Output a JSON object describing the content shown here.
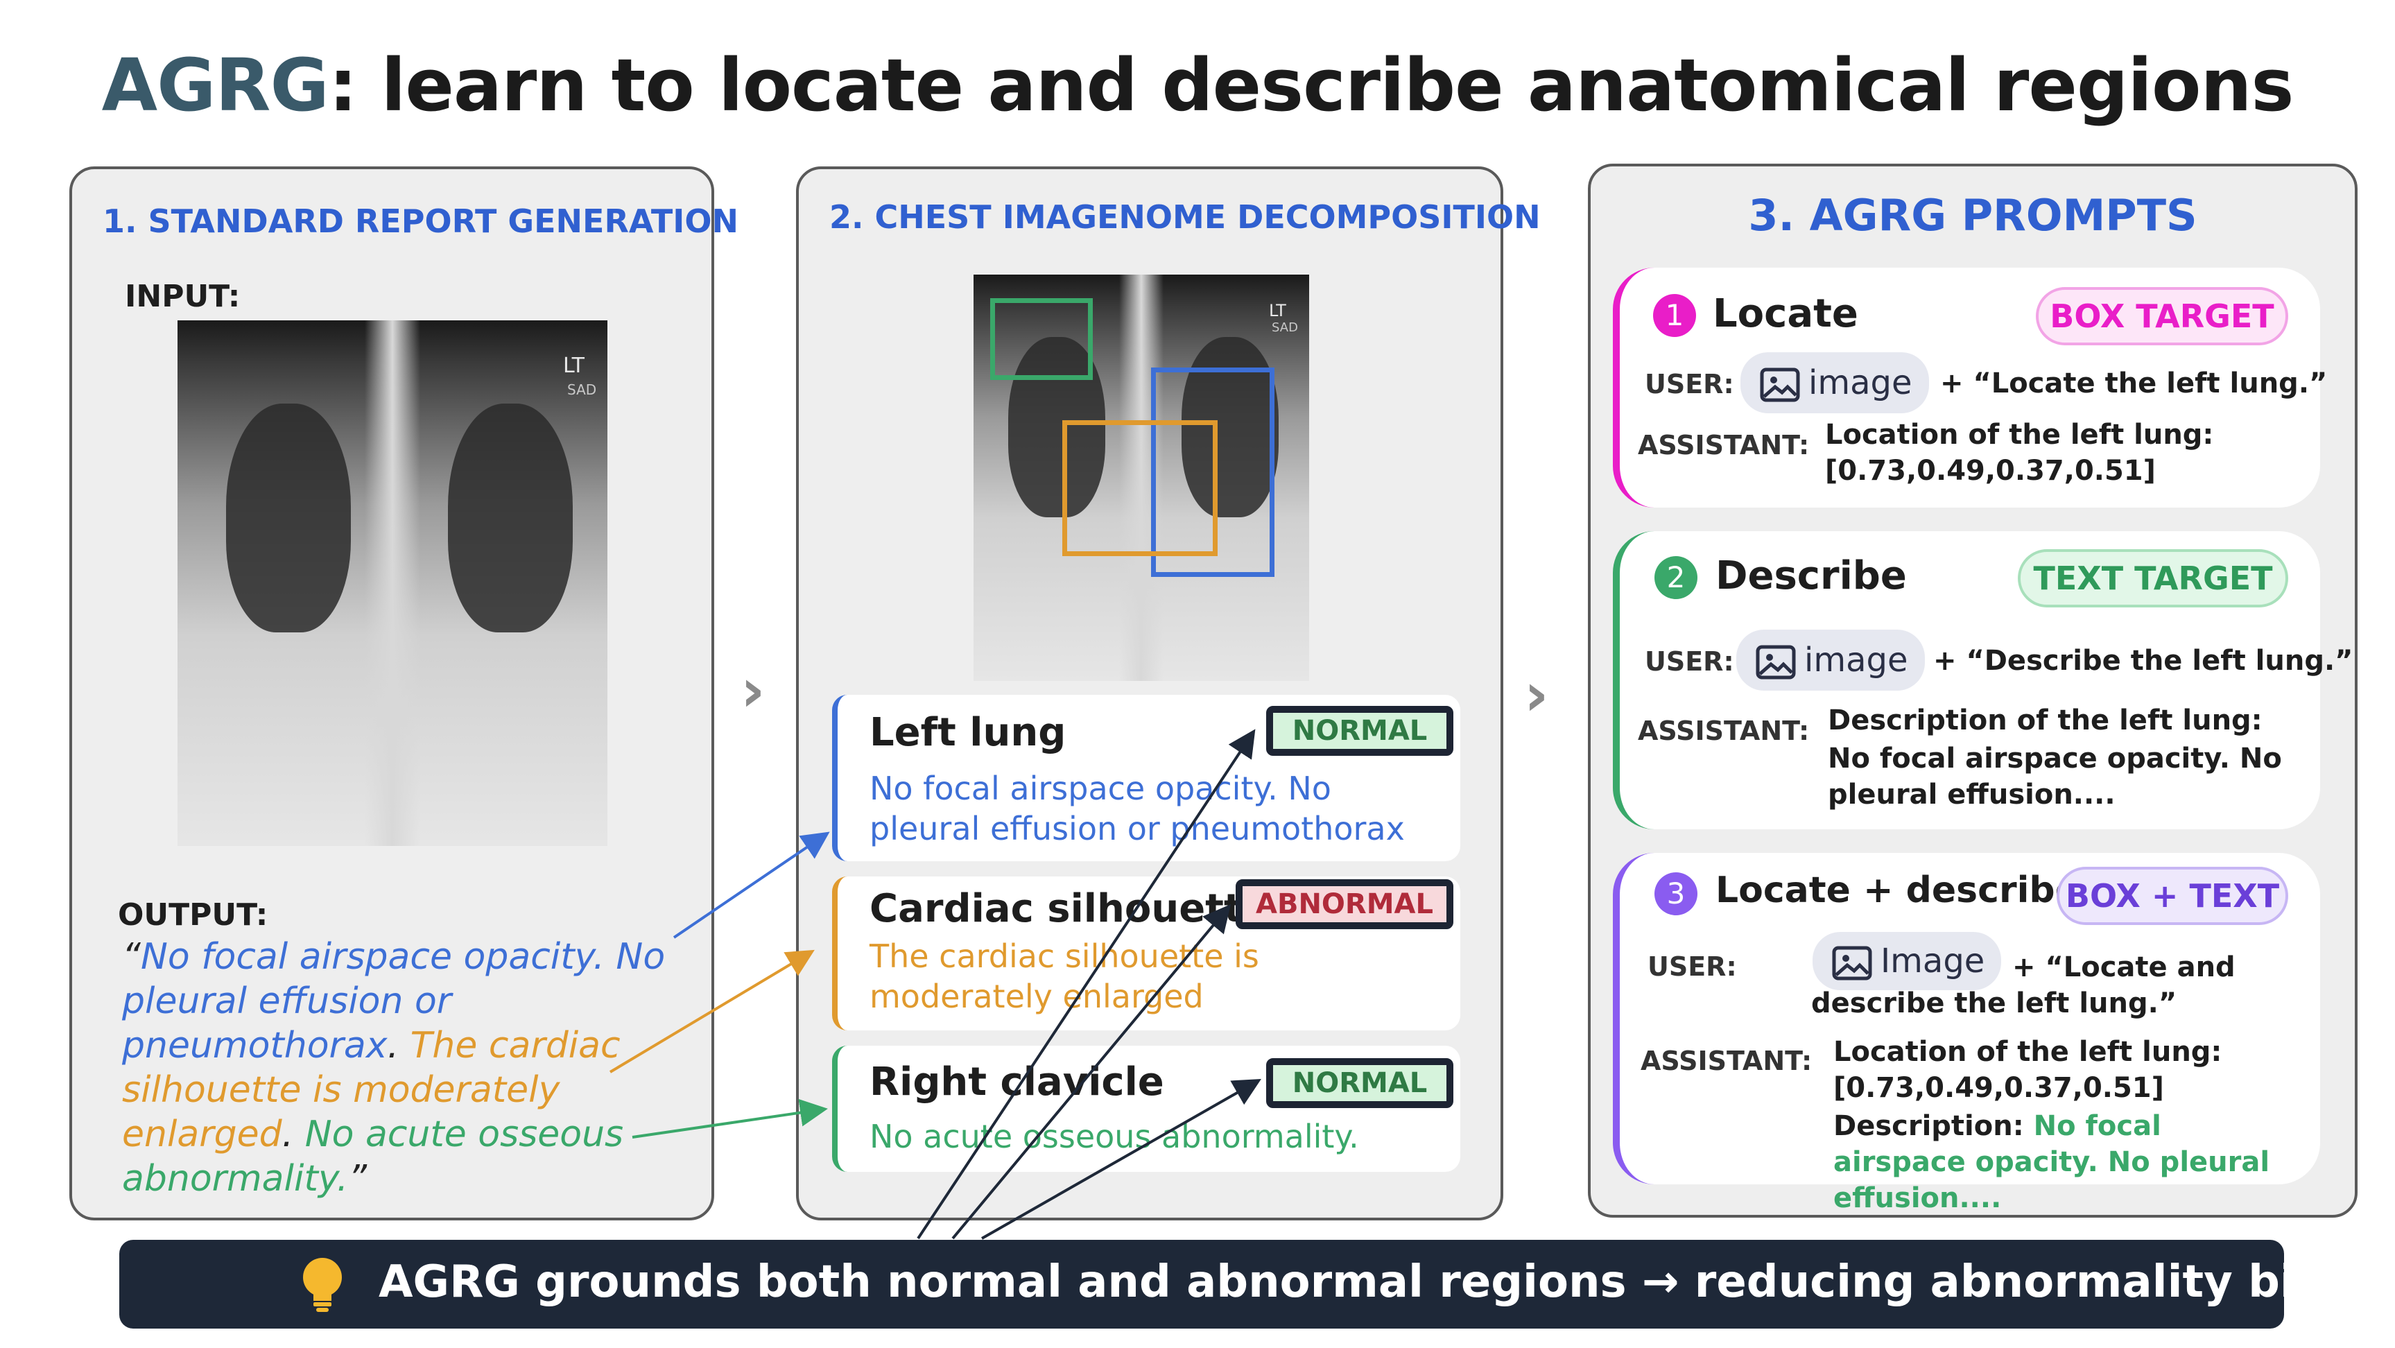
{
  "title": {
    "brand": "AGRG",
    "rest": ": learn to locate and describe anatomical regions"
  },
  "panel1": {
    "heading": "1. STANDARD REPORT GENERATION",
    "input_label": "INPUT:",
    "output_label": "OUTPUT:",
    "xray_tag": "LT",
    "xray_tag2": "SAD",
    "output": {
      "open_quote": "“",
      "seg1": "No focal airspace opacity. No pleural effusion or pneumothorax",
      "dot1": ". ",
      "seg2": "The cardiac silhouette is moderately enlarged",
      "dot2": ". ",
      "seg3": "No acute osseous abnormality.",
      "close_quote": "”"
    }
  },
  "panel2": {
    "heading": "2. CHEST IMAGENOME DECOMPOSITION",
    "xray_tag": "LT",
    "xray_tag2": "SAD",
    "cards": [
      {
        "title": "Left lung",
        "badge": "NORMAL",
        "text": "No focal airspace opacity. No pleural effusion or pneumothorax",
        "color": "#3d6fd6"
      },
      {
        "title": "Cardiac silhouette",
        "badge": "ABNORMAL",
        "text": "The cardiac silhouette is moderately enlarged",
        "color": "#e09a2e"
      },
      {
        "title": "Right clavicle",
        "badge": "NORMAL",
        "text": "No acute osseous abnormality.",
        "color": "#3aa86a"
      }
    ]
  },
  "panel3": {
    "heading": "3. AGRG PROMPTS",
    "user_role": "USER:",
    "assistant_role": "ASSISTANT:",
    "cards": [
      {
        "num": "1",
        "title": "Locate",
        "pill": "BOX TARGET",
        "image": "image",
        "prompt": "+ “Locate the left lung.”",
        "answer_label": "Location of the left lung:",
        "answer_value": "[0.73,0.49,0.37,0.51]"
      },
      {
        "num": "2",
        "title": "Describe",
        "pill": "TEXT TARGET",
        "image": "image",
        "prompt": "+ “Describe  the left lung.”",
        "answer_label": "Description of the left lung:",
        "answer_value": "No focal airspace opacity. No pleural effusion...."
      },
      {
        "num": "3",
        "title": "Locate + describe",
        "pill": "BOX + TEXT",
        "image": "Image",
        "prompt_line1": "+ “Locate and",
        "prompt_line2": "describe the left lung.”",
        "answer_label": "Location of the left lung:",
        "answer_value": "[0.73,0.49,0.37,0.51]",
        "desc_label": "Description: ",
        "desc_value": "No focal airspace opacity. No pleural effusion...."
      }
    ]
  },
  "banner": {
    "text": "AGRG grounds both normal and abnormal regions → reducing abnormality bias"
  },
  "icons": {
    "chevron": "chevron-right-icon",
    "lightbulb": "lightbulb-icon",
    "image": "image-icon"
  },
  "colors": {
    "blue": "#3d6fd6",
    "orange": "#e09a2e",
    "green": "#3aa86a",
    "pink": "#e91ec8",
    "purple": "#8a5cf0",
    "banner": "#1e2838"
  }
}
